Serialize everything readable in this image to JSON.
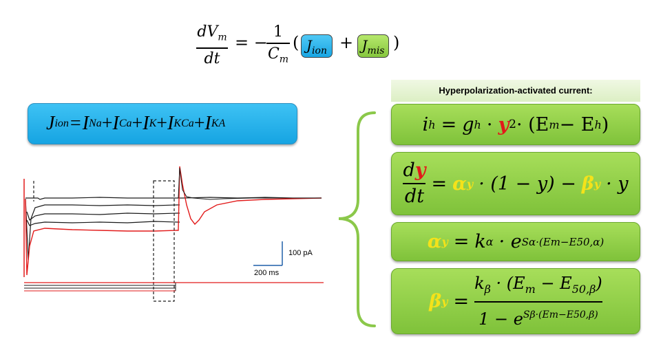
{
  "top_equation": {
    "lhs_num": "dV",
    "lhs_num_sub": "m",
    "lhs_den": "dt",
    "equals_minus": "= −",
    "coef_num": "1",
    "coef_den": "C",
    "coef_den_sub": "m",
    "open_paren": "(",
    "plus": "+",
    "close_paren": ")",
    "term1": "J",
    "term1_sub": "ion",
    "term2": "J",
    "term2_sub": "mis",
    "term1_color": "#1aa7e4",
    "term2_color": "#8bc84a"
  },
  "jion_box": {
    "lhs": "J",
    "lhs_sub": "ion",
    "rhs": [
      {
        "sym": "I",
        "sub": "Na"
      },
      {
        "sym": "I",
        "sub": "Ca"
      },
      {
        "sym": "I",
        "sub": "K"
      },
      {
        "sym": "I",
        "sub": "KCa"
      },
      {
        "sym": "I",
        "sub": "KA"
      }
    ],
    "color": "#1aa7e4"
  },
  "trace": {
    "scale_y_label": "100 pA",
    "scale_x_label": "200 ms",
    "trace_color_black": "#1a1a1a",
    "trace_color_red": "#e21a1a",
    "scale_bar_color": "#1f5fa8"
  },
  "right_panel": {
    "header": "Hyperpolarization-activated current:",
    "box_color": "#8bc84a",
    "eq1": {
      "lhs": "i",
      "lhs_sub": "h",
      "eq": "=",
      "g": "g",
      "g_sub": "h",
      "dot": "·",
      "y": "y",
      "y_pow": "2",
      "rest": "· (E",
      "em_sub": "m",
      "minus": " − E",
      "eh_sub": "h",
      "close": ")"
    },
    "eq2": {
      "num_d": "d",
      "num_y": "y",
      "den": "dt",
      "eq": "=",
      "alpha": "α",
      "alpha_sub": "y",
      "mid": "· (1 − y) −",
      "beta": "β",
      "beta_sub": "y",
      "tail": "· y"
    },
    "eq3": {
      "alpha": "α",
      "alpha_sub": "y",
      "eq": "=",
      "k": "k",
      "k_sub": "α",
      "rest": "· e",
      "exp": "Sα·(Em−E50,α)"
    },
    "eq4": {
      "beta": "β",
      "beta_sub": "y",
      "eq": "=",
      "num": "k",
      "num_sub": "β",
      "num_rest": " · (E",
      "num_em": "m",
      "num_tail": " − E",
      "num_e50": "50,β",
      "num_close": ")",
      "den": "1 − e",
      "den_exp": "Sβ·(Em−E50,β)"
    }
  }
}
